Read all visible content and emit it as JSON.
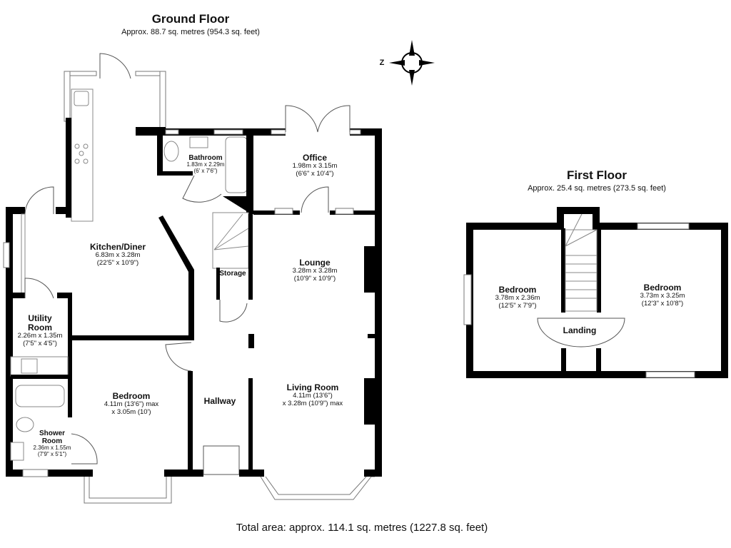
{
  "ground_floor": {
    "title": "Ground Floor",
    "area": "Approx. 88.7 sq. metres (954.3 sq. feet)",
    "rooms": [
      {
        "name": "Kitchen/Diner",
        "dims": "6.83m x 3.28m",
        "dims_imperial": "(22'5\" x 10'9\")"
      },
      {
        "name": "Bathroom",
        "dims": "1.83m x 2.29m",
        "dims_imperial": "(6' x 7'6\")"
      },
      {
        "name": "Office",
        "dims": "1.98m x 3.15m",
        "dims_imperial": "(6'6\" x 10'4\")"
      },
      {
        "name": "Storage"
      },
      {
        "name": "Lounge",
        "dims": "3.28m x 3.28m",
        "dims_imperial": "(10'9\" x 10'9\")"
      },
      {
        "name": "Utility Room",
        "dims": "2.26m x 1.35m",
        "dims_imperial": "(7'5\" x 4'5\")"
      },
      {
        "name": "Bedroom",
        "dims": "4.11m (13'6\") max",
        "dims_imperial": "x 3.05m (10')"
      },
      {
        "name": "Hallway"
      },
      {
        "name": "Living Room",
        "dims": "4.11m (13'6\")",
        "dims_imperial": "x 3.28m (10'9\") max"
      },
      {
        "name": "Shower Room",
        "dims": "2.36m x 1.55m",
        "dims_imperial": "(7'9\" x 5'1\")"
      }
    ]
  },
  "first_floor": {
    "title": "First Floor",
    "area": "Approx. 25.4 sq. metres (273.5 sq. feet)",
    "rooms": [
      {
        "name": "Bedroom",
        "dims": "3.78m x 2.36m",
        "dims_imperial": "(12'5\" x 7'9\")"
      },
      {
        "name": "Bedroom",
        "dims": "3.73m x 3.25m",
        "dims_imperial": "(12'3\" x 10'8\")"
      },
      {
        "name": "Landing"
      }
    ]
  },
  "compass": {
    "label": "Z",
    "icon": "compass-rose-icon"
  },
  "total_area": "Total area: approx. 114.1 sq. metres (1227.8 sq. feet)",
  "colors": {
    "wall": "#000000",
    "fixture": "#888888"
  }
}
